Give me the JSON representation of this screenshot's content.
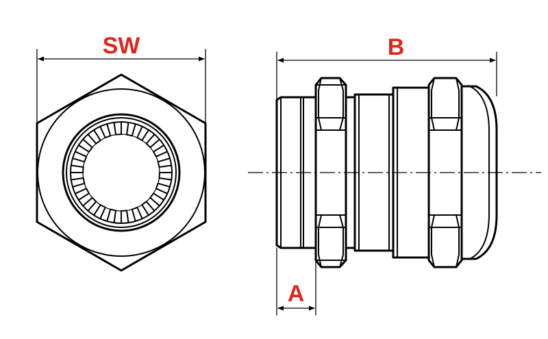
{
  "dimensions": {
    "sw_label": "SW",
    "b_label": "B",
    "a_label": "A"
  },
  "colors": {
    "label": "#e0261b",
    "line": "#000000",
    "background": "#ffffff"
  },
  "views": {
    "front": "hex-nut-front-view",
    "side": "cable-gland-side-view"
  }
}
